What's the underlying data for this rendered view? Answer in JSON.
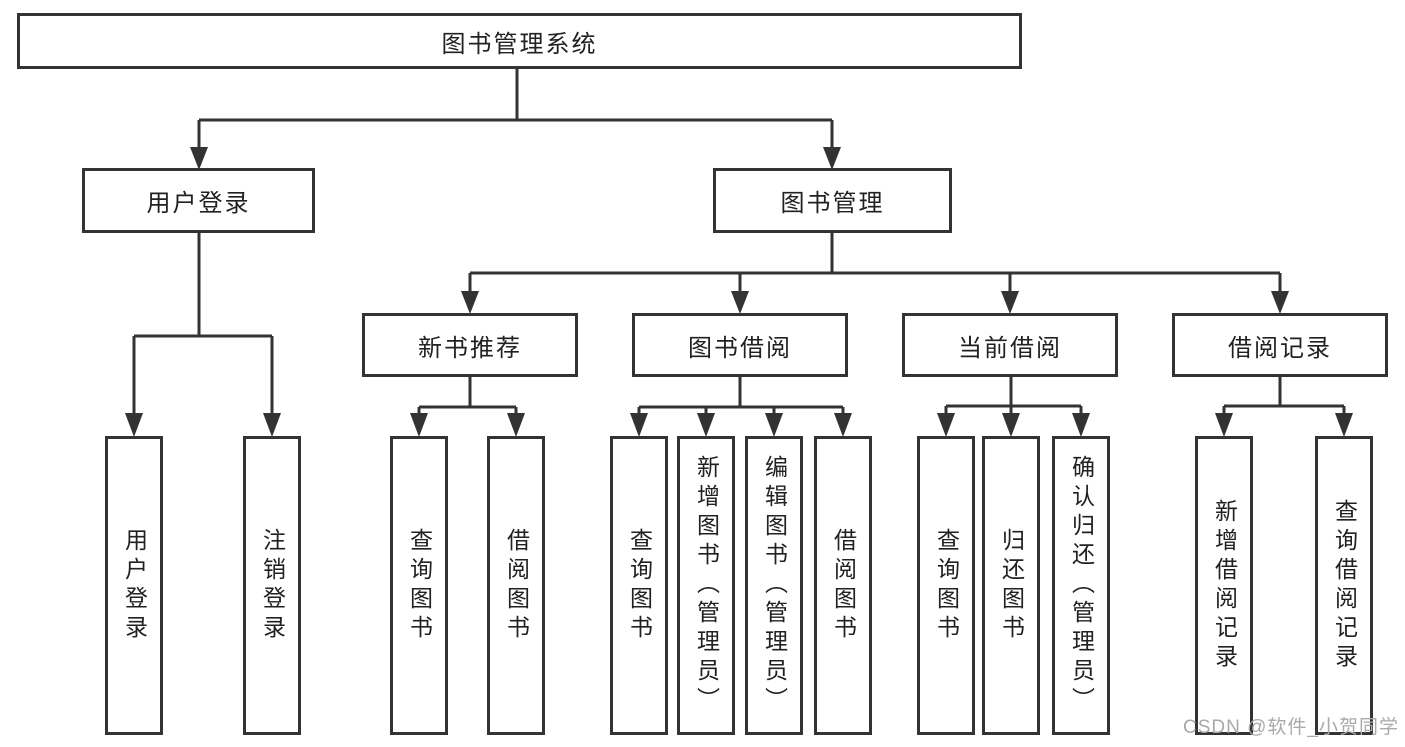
{
  "diagram_type": "hierarchy-tree",
  "colors": {
    "background": "#ffffff",
    "line": "#333333",
    "box_border": "#333333",
    "text": "#212121",
    "watermark": "#a9a9a9"
  },
  "tree": {
    "label": "图书管理系统",
    "children": [
      {
        "label": "用户登录",
        "children": [
          {
            "label": "用户登录"
          },
          {
            "label": "注销登录"
          }
        ]
      },
      {
        "label": "图书管理",
        "children": [
          {
            "label": "新书推荐",
            "children": [
              {
                "label": "查询图书"
              },
              {
                "label": "借阅图书"
              }
            ]
          },
          {
            "label": "图书借阅",
            "children": [
              {
                "label": "查询图书"
              },
              {
                "label": "新增图书（管理员）"
              },
              {
                "label": "编辑图书（管理员）"
              },
              {
                "label": "借阅图书"
              }
            ]
          },
          {
            "label": "当前借阅",
            "children": [
              {
                "label": "查询图书"
              },
              {
                "label": "归还图书"
              },
              {
                "label": "确认归还（管理员）"
              }
            ]
          },
          {
            "label": "借阅记录",
            "children": [
              {
                "label": "新增借阅记录"
              },
              {
                "label": "查询借阅记录"
              }
            ]
          }
        ]
      }
    ]
  },
  "watermark": {
    "text": "CSDN @软件_小贺同学"
  }
}
